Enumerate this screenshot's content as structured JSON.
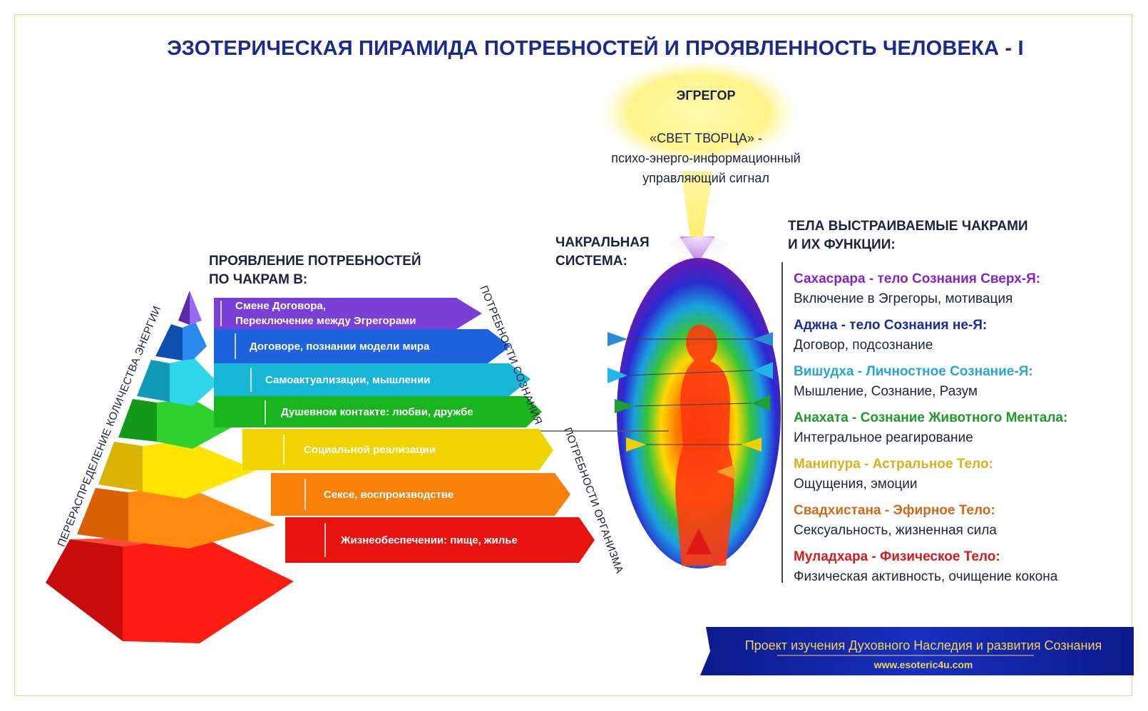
{
  "title": "ЭЗОТЕРИЧЕСКАЯ ПИРАМИДА ПОТРЕБНОСТЕЙ И ПРОЯВЛЕННОСТЬ ЧЕЛОВЕКА - I",
  "egregor": {
    "title": "ЭГРЕГОР",
    "line1": "«СВЕТ ТВОРЦА» -",
    "line2": "психо-энерго-информационный",
    "line3": "управляющий сигнал"
  },
  "pyramid_header": {
    "line1": "ПРОЯВЛЕНИЕ ПОТРЕБНОСТЕЙ",
    "line2": "ПО ЧАКРАМ В:"
  },
  "chakra_system_label": {
    "line1": "ЧАКРАЛЬНАЯ",
    "line2": "СИСТЕМА:"
  },
  "bodies_header": {
    "line1": "ТЕЛА ВЫСТРАИВАЕМЫЕ ЧАКРАМИ",
    "line2": "И ИХ ФУНКЦИИ:"
  },
  "pyramid_levels": [
    {
      "line1": "Смене Договора,",
      "line2": "Переключение между Эгрегорами",
      "color": "#7a3fd6"
    },
    {
      "line1": "Договоре, познании модели мира",
      "line2": "",
      "color": "#1d63e0"
    },
    {
      "line1": "Самоактуализации, мышлении",
      "line2": "",
      "color": "#17b6d6"
    },
    {
      "line1": "Душевном контакте: любви, дружбе",
      "line2": "",
      "color": "#18b51e"
    },
    {
      "line1": "Социальной реализации",
      "line2": "",
      "color": "#f0d400"
    },
    {
      "line1": "Сексе, воспроизводстве",
      "line2": "",
      "color": "#f77f0c"
    },
    {
      "line1": "Жизнеобеспечении: пище, жилье",
      "line2": "",
      "color": "#e8130f"
    }
  ],
  "side_labels": {
    "left": "ПЕРЕРАСПРЕДЕЛЕНИЕ КОЛИЧЕСТВА ЭНЕРГИИ",
    "consciousness": "ПОТРЕБНОСТИ СОЗНАНИЯ",
    "organism": "ПОТРЕБНОСТИ ОРГАНИЗМА"
  },
  "chakras": [
    {
      "heading": "Сахасрара - тело Сознания Сверх-Я:",
      "text": "Включение в Эгрегоры, мотивация",
      "color": "#8a22c4"
    },
    {
      "heading": "Аджна - тело Сознания не-Я:",
      "text": "Договор, подсознание",
      "color": "#1a2a9a"
    },
    {
      "heading": "Вишудха - Личностное Сознание-Я:",
      "text": "Мышление, Сознание, Разум",
      "color": "#27a6d6"
    },
    {
      "heading": "Анахата - Сознание Животного Ментала:",
      "text": "Интегральное реагирование",
      "color": "#1e9a2a"
    },
    {
      "heading": "Манипура - Астральное Тело:",
      "text": "Ощущения, эмоции",
      "color": "#d9b21a"
    },
    {
      "heading": "Свадхистана - Эфирное Тело:",
      "text": "Сексуальность, жизненная сила",
      "color": "#d06a1a"
    },
    {
      "heading": "Муладхара - Физическое Тело:",
      "text": "Физическая активность, очищение кокона",
      "color": "#d81b1b"
    }
  ],
  "banner": {
    "text": "Проект изучения Духовного Наследия и развития Сознания",
    "url": "www.esoteric4u.com"
  }
}
